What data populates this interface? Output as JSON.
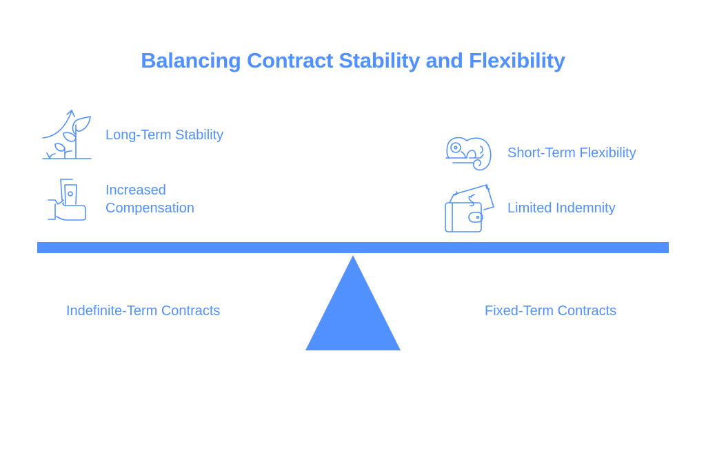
{
  "title": "Balancing Contract Stability and Flexibility",
  "colors": {
    "accent": "#5191FF",
    "background": "#FFFFFF"
  },
  "left": {
    "label": "Indefinite-Term Contracts",
    "items": [
      {
        "label": "Long-Term Stability",
        "icon": "growing-plant-icon"
      },
      {
        "label_line1": "Increased",
        "label_line2": "Compensation",
        "icon": "hand-holding-money-icon"
      }
    ]
  },
  "right": {
    "label": "Fixed-Term Contracts",
    "items": [
      {
        "label": "Short-Term Flexibility",
        "icon": "chameleon-icon"
      },
      {
        "label": "Limited Indemnity",
        "icon": "wallet-icon"
      }
    ]
  }
}
